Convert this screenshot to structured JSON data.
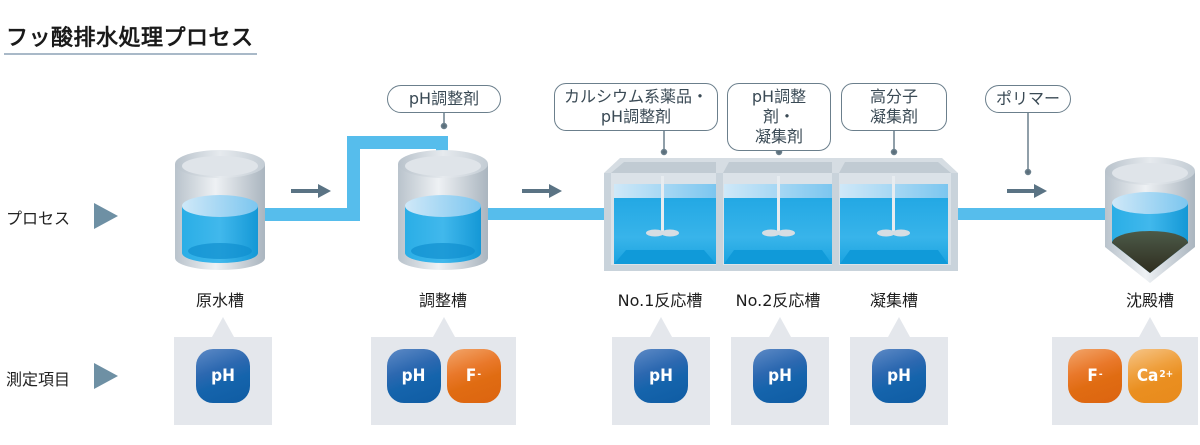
{
  "title": "フッ酸排水処理プロセス",
  "rows": {
    "process": "プロセス",
    "measurement": "測定項目"
  },
  "callouts": [
    {
      "id": "ph-adjuster-1",
      "lines": [
        "pH調整剤"
      ]
    },
    {
      "id": "calcium-ph",
      "lines": [
        "カルシウム系薬品・",
        "pH調整剤"
      ]
    },
    {
      "id": "ph-coagulant",
      "lines": [
        "pH調整剤・",
        "凝集剤"
      ]
    },
    {
      "id": "polymer-coagulant",
      "lines": [
        "高分子",
        "凝集剤"
      ]
    },
    {
      "id": "polymer",
      "lines": [
        "ポリマー"
      ]
    }
  ],
  "stages": [
    {
      "name": "原水槽",
      "measurements": [
        {
          "type": "ph",
          "label": "pH"
        }
      ]
    },
    {
      "name": "調整槽",
      "measurements": [
        {
          "type": "ph",
          "label": "pH"
        },
        {
          "type": "fm",
          "label": "F",
          "sup": "-"
        }
      ]
    },
    {
      "name": "No.1反応槽",
      "measurements": [
        {
          "type": "ph",
          "label": "pH"
        }
      ]
    },
    {
      "name": "No.2反応槽",
      "measurements": [
        {
          "type": "ph",
          "label": "pH"
        }
      ]
    },
    {
      "name": "凝集槽",
      "measurements": [
        {
          "type": "ph",
          "label": "pH"
        }
      ]
    },
    {
      "name": "沈殿槽",
      "measurements": [
        {
          "type": "fm",
          "label": "F",
          "sup": "-"
        },
        {
          "type": "ca",
          "label": "Ca",
          "sup": "2+"
        }
      ]
    }
  ],
  "colors": {
    "pipe": "#56bdec",
    "water": "#1ea6e2",
    "arrow": "#5a7384",
    "ph_badge": "#1564ac",
    "f_badge": "#e06c12",
    "ca_badge": "#ea8f20",
    "panel": "#e4e7ec",
    "sludge": "#3b3d2c"
  }
}
